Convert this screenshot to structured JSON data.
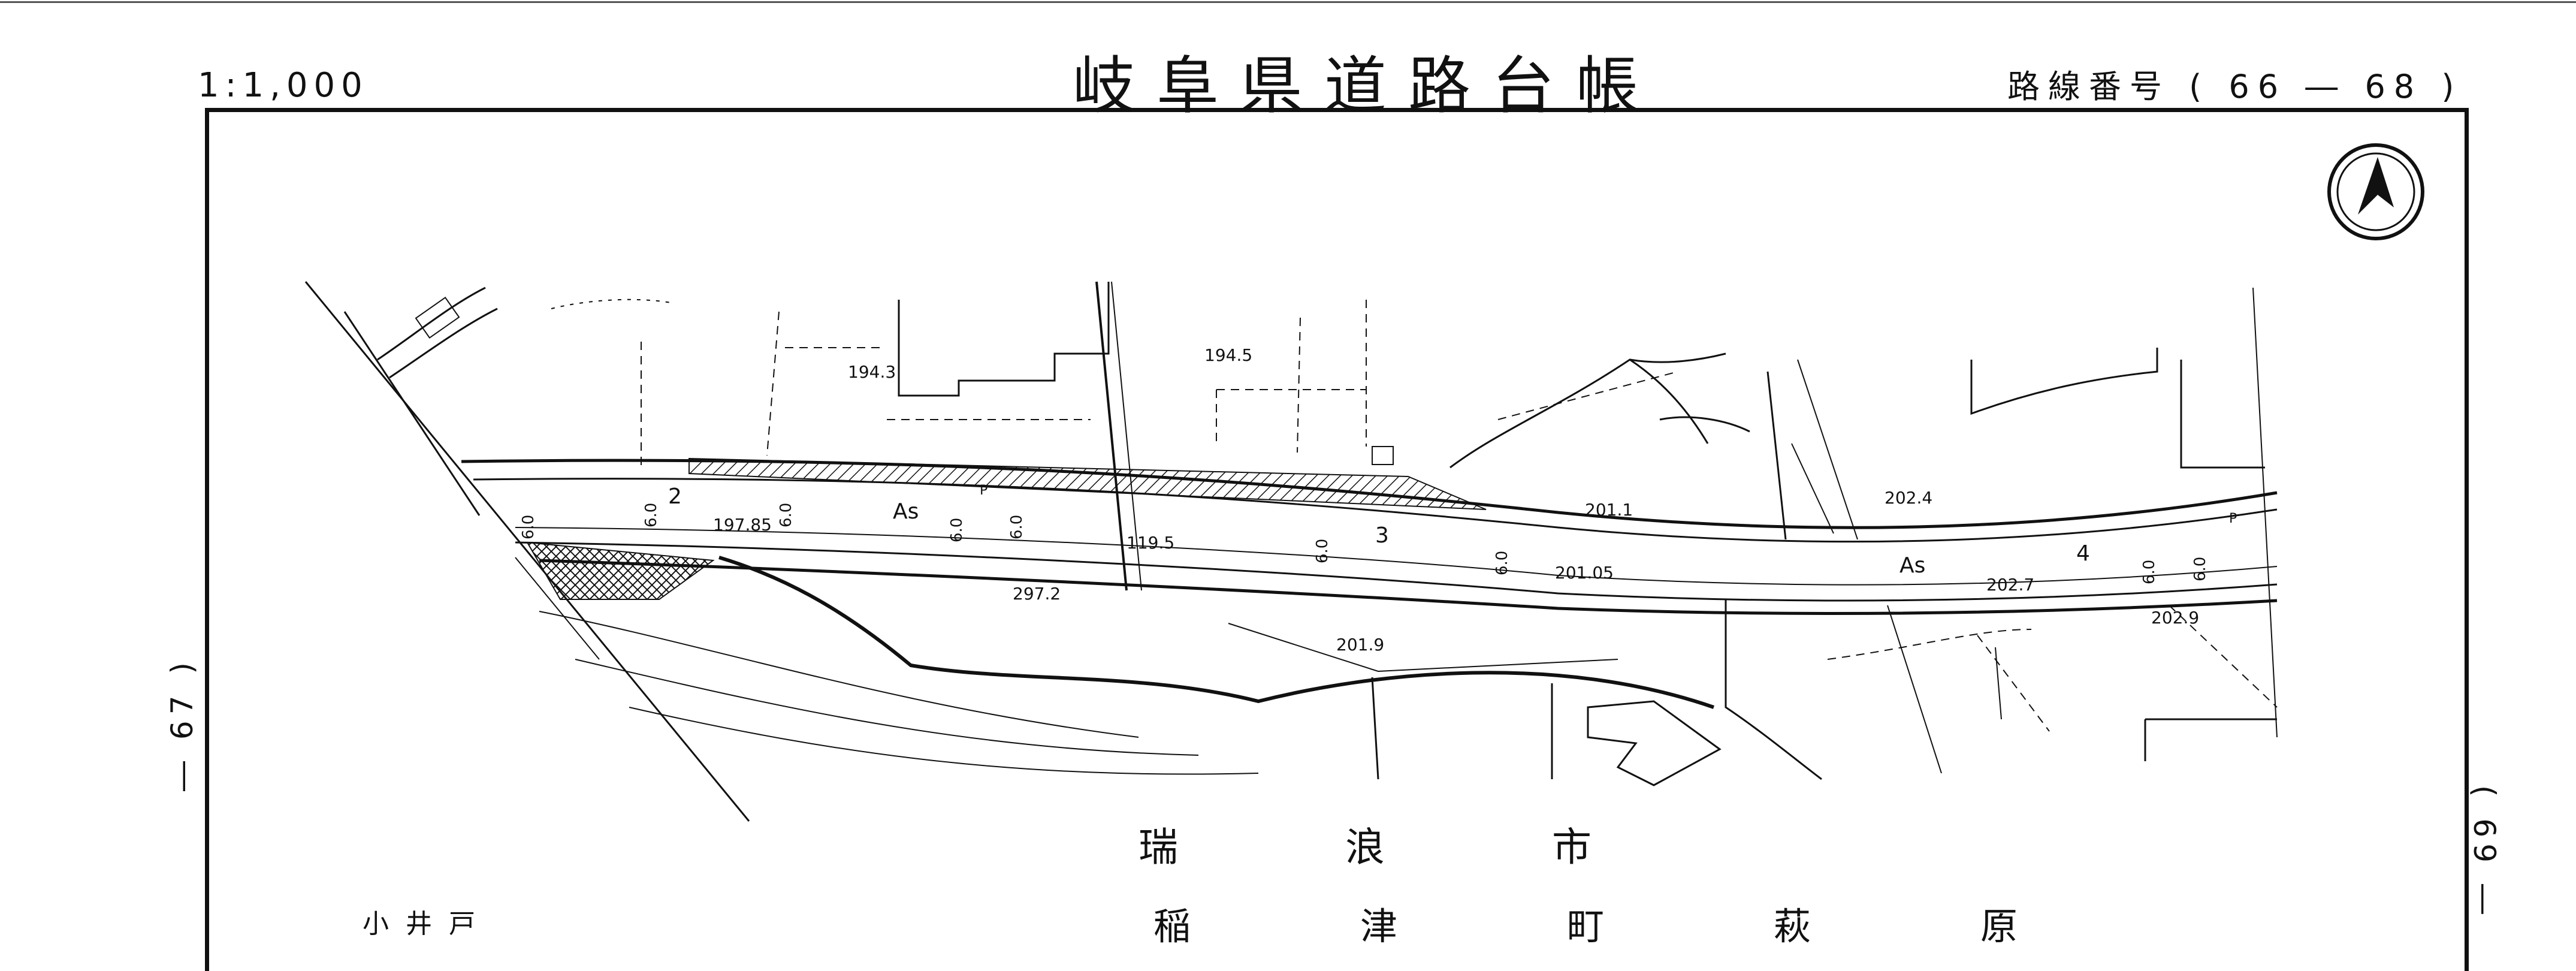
{
  "header": {
    "scale": "1:1,000",
    "title": "岐阜県道路台帳",
    "route_number": "路線番号 ( 66 ― 68 )"
  },
  "adjacent_sheets": {
    "left": "― 67 )",
    "right": "( 69 ―"
  },
  "places": {
    "city": [
      "瑞",
      "浪",
      "市"
    ],
    "town": [
      "稲",
      "津",
      "町",
      "萩",
      "原"
    ],
    "district": "小井戸"
  },
  "north_arrow": {
    "icon": "north-arrow-icon"
  },
  "map_labels": {
    "elevations": [
      "194.3",
      "194.5",
      "201.1",
      "202.4",
      "197.85",
      "119.5",
      "201.05",
      "202.7",
      "297.2",
      "201.9",
      "202.9"
    ],
    "pavement": [
      "As",
      "As"
    ],
    "widths": [
      "6.0",
      "6.0",
      "6.0",
      "6.0",
      "6.0",
      "6.0",
      "6.0",
      "6.0",
      "6.0"
    ],
    "sections": [
      "2",
      "3",
      "4"
    ],
    "poles": [
      "P",
      "P"
    ]
  },
  "colors": {
    "ink": "#111111",
    "background": "#ffffff",
    "frame": "#111111"
  }
}
